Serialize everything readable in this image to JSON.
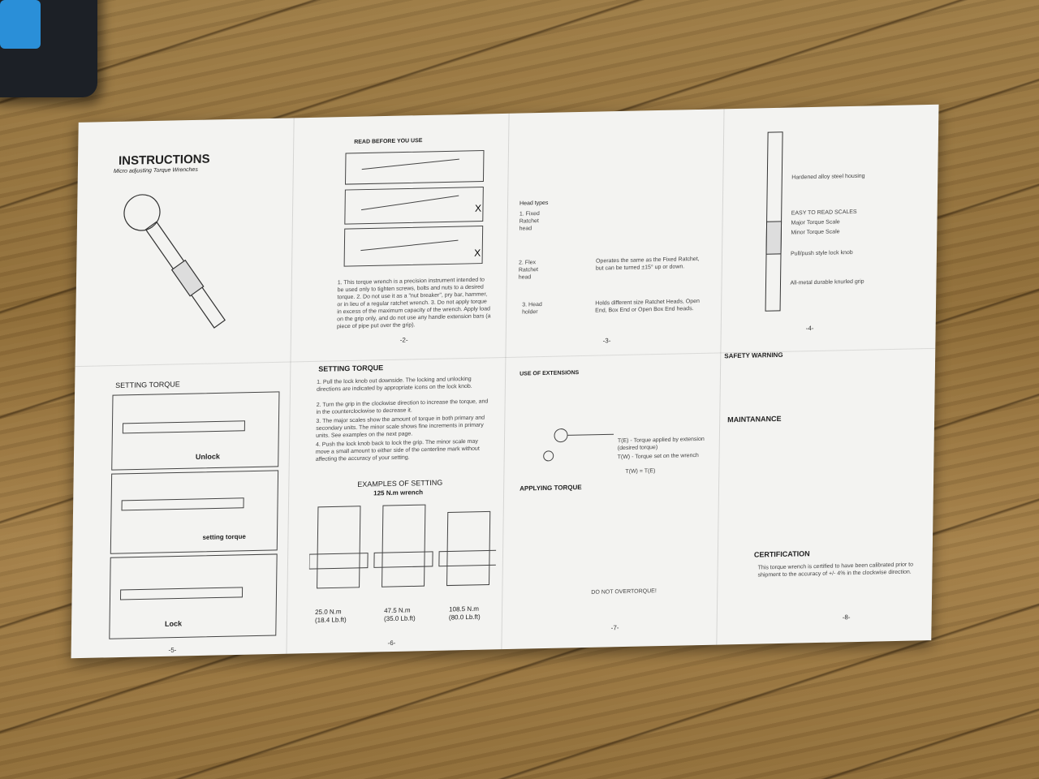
{
  "panel1": {
    "title": "INSTRUCTIONS",
    "subtitle": "Micro adjusting Torque Wrenches"
  },
  "panel2": {
    "title": "READ BEFORE YOU USE",
    "steps": [
      "1",
      "2",
      "3"
    ],
    "page": "-2-",
    "text": "1. This torque wrench is a precision instrument intended to be used only to tighten screws, bolts and nuts to a desired torque. 2. Do not use it as a \"nut breaker\", pry bar, hammer, or in lieu of a regular ratchet wrench. 3. Do not apply torque in excess of the maximum capacity of the wrench. Apply load on the grip only, and do not use any handle extension bars (a piece of pipe put over the grip)."
  },
  "panel3": {
    "head_types": "Head types",
    "fixed": "1. Fixed Ratchet head",
    "flex": "2. Flex Ratchet head",
    "holder": "3. Head holder",
    "flex_desc": "Operates the same as the Fixed Ratchet, but can be turned ±15° up or down.",
    "holder_desc": "Holds different size Ratchet Heads, Open End, Box End or Open Box End heads.",
    "page": "-3-"
  },
  "panel4": {
    "labels": [
      "Hardened alloy steel housing",
      "EASY TO READ SCALES",
      "Major Torque Scale",
      "Minor Torque Scale",
      "Pull/push style lock knob",
      "All-metal durable knurled grip"
    ],
    "page": "-4-"
  },
  "panel5": {
    "title": "SETTING TORQUE",
    "unlock": "Unlock",
    "setting": "setting torque",
    "lock": "Lock",
    "page": "-5-"
  },
  "panel6": {
    "title": "SETTING TORQUE",
    "steps": [
      "1. Pull the lock knob out downside. The locking and unlocking directions are indicated by appropriate icons on the lock knob.",
      "2. Turn the grip in the clockwise direction to increase the torque, and in the counterclockwise to decrease it.",
      "3. The major scales show the amount of torque in both primary and secondary units. The minor scale shows fine increments in primary units. See examples on the next page.",
      "4. Push the lock knob back to lock the grip. The minor scale may move a small amount to either side of the centerline mark without affecting the accuracy of your setting."
    ],
    "examples": "EXAMPLES OF SETTING",
    "wrench": "125 N.m  wrench",
    "values": [
      "25.0 N.m",
      "47.5 N.m",
      "108.5 N.m"
    ],
    "lbft": [
      "(18.4 Lb.ft)",
      "(35.0 Lb.ft)",
      "(80.0 Lb.ft)"
    ],
    "page": "-6-"
  },
  "panel7": {
    "title": "USE OF EXTENSIONS",
    "applying": "APPLYING TORQUE",
    "te": "T(E) - Torque applied by extension (desired torque)",
    "tw": "T(W) - Torque set on the wrench",
    "formula": "T(W) = T(E)",
    "dont": "DO NOT OVERTORQUE!",
    "page": "-7-"
  },
  "panel8": {
    "safety": "SAFETY WARNING",
    "maint": "MAINTANANCE",
    "cert": "CERTIFICATION",
    "cert_text": "This torque wrench is certified to have been calibrated prior to shipment to the accuracy of +/- 4% in the clockwise direction.",
    "page": "-8-"
  }
}
